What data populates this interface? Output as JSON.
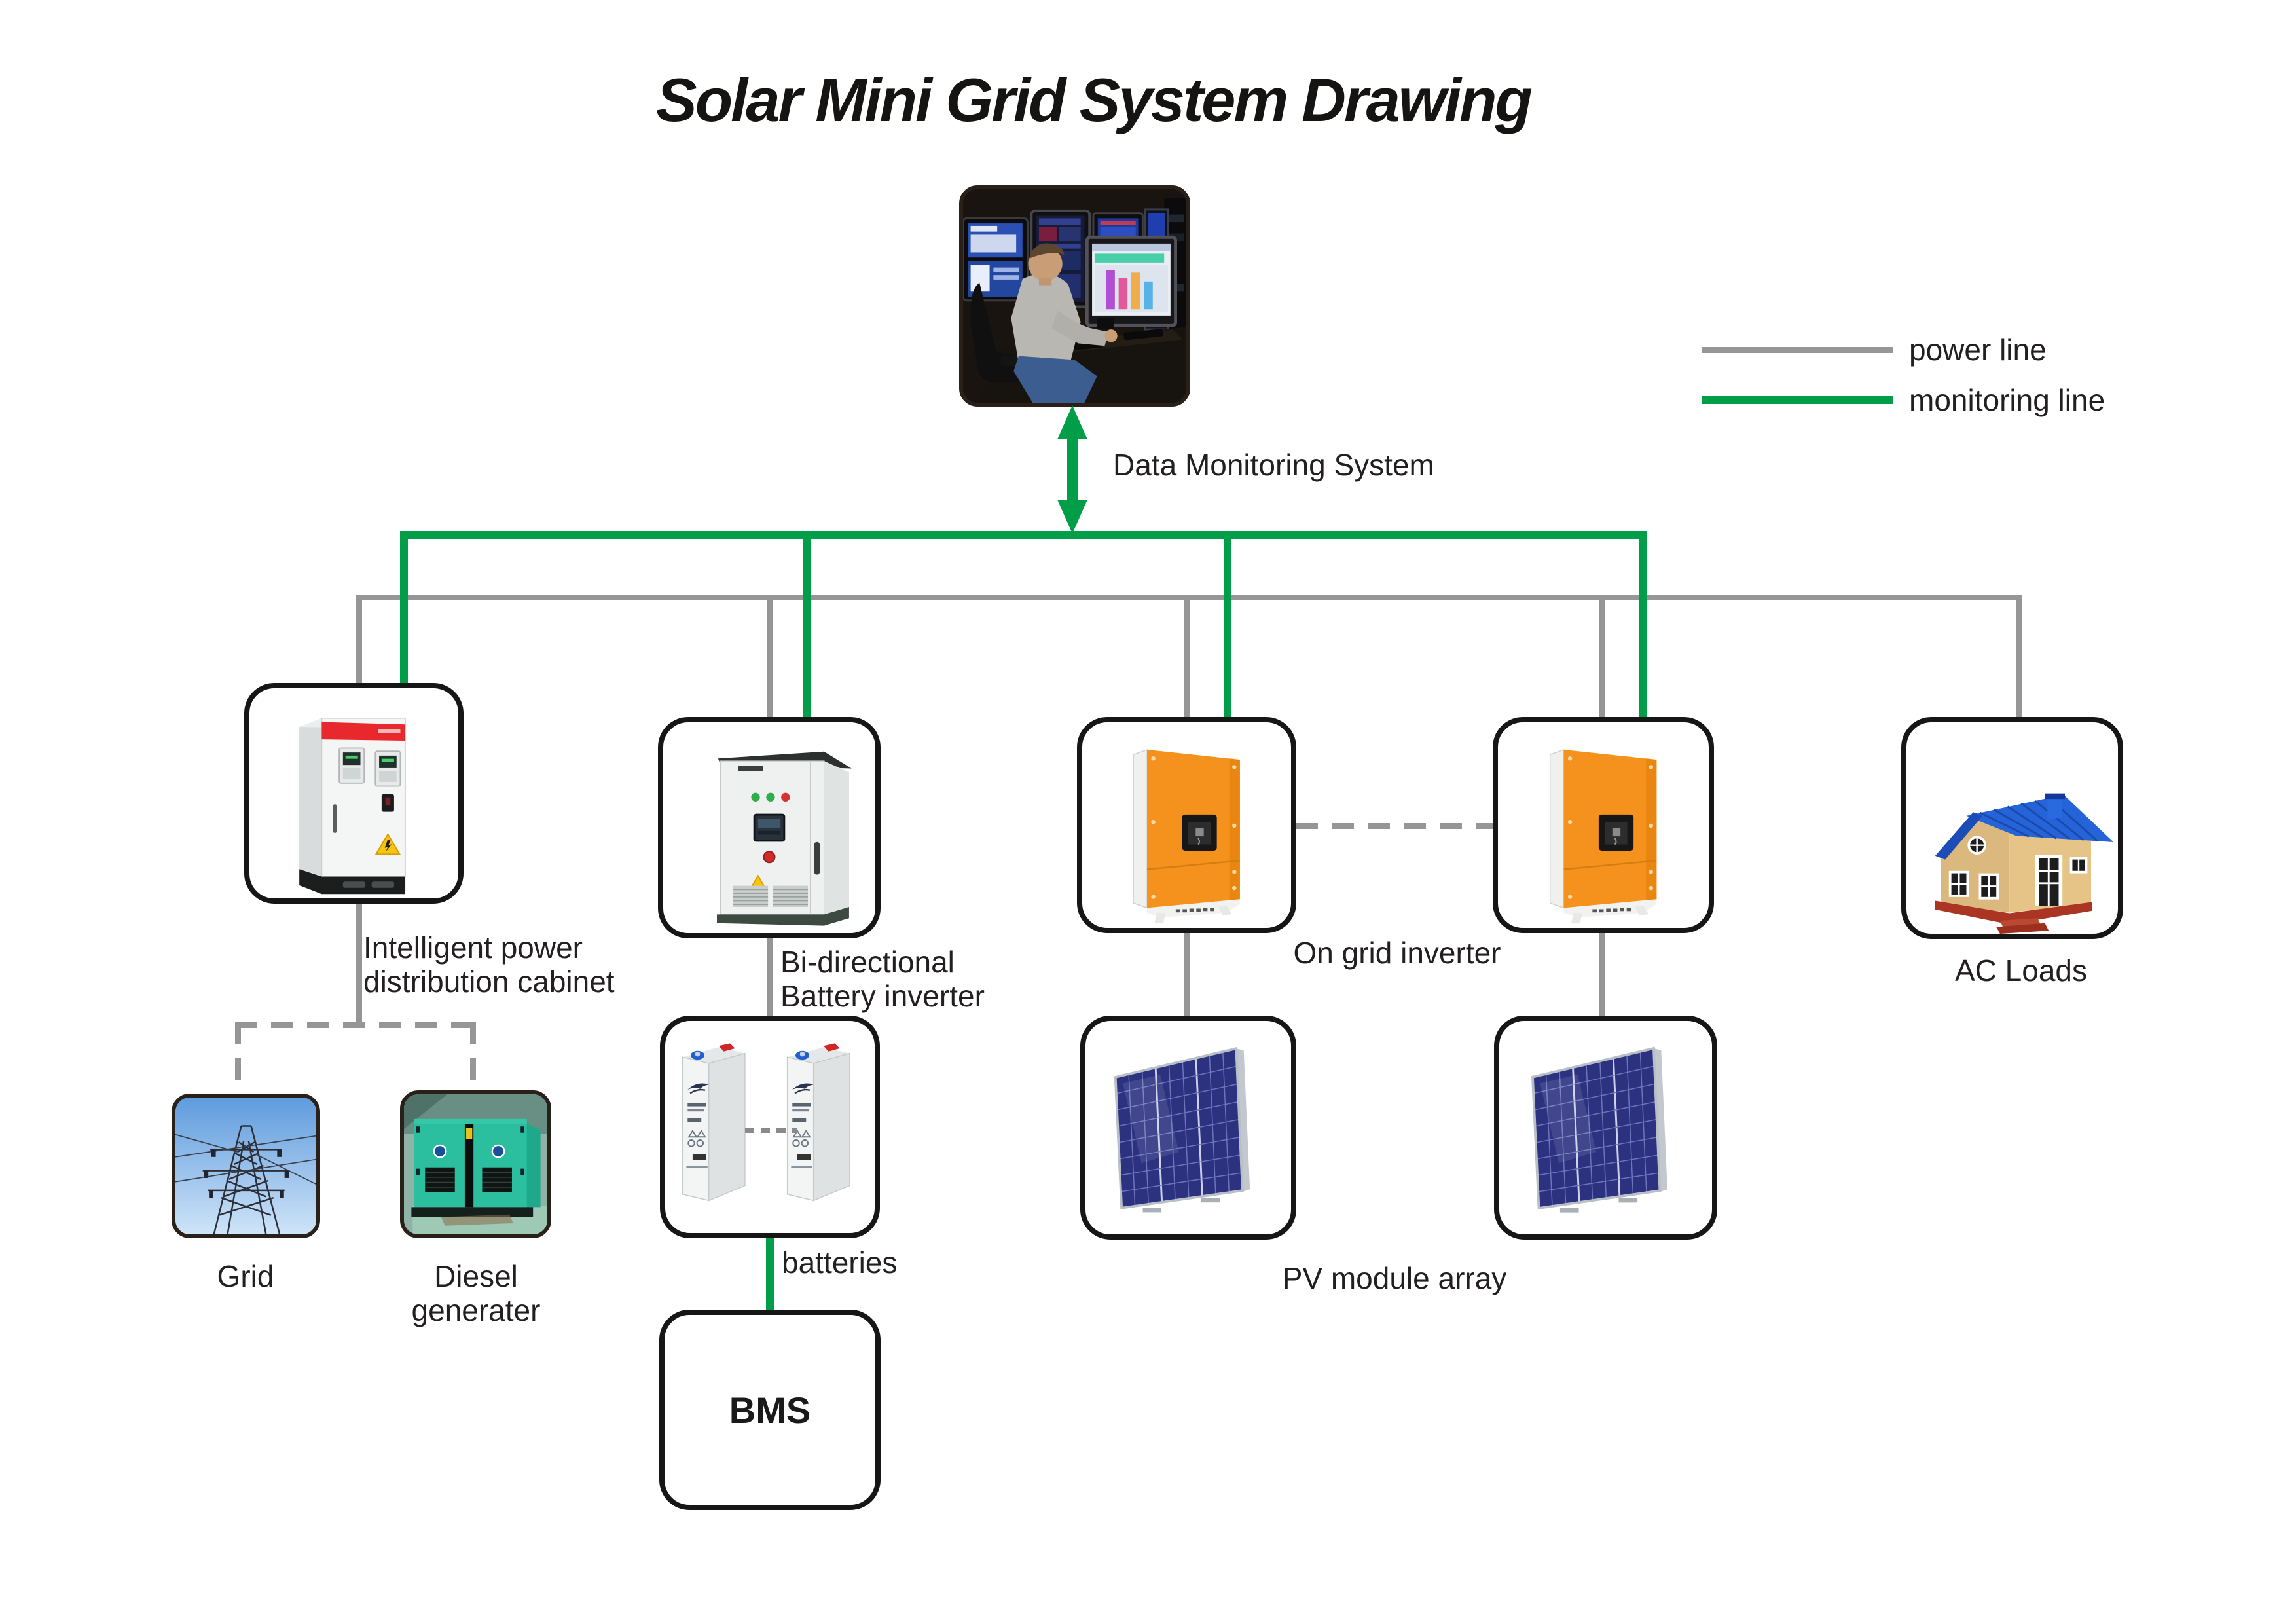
{
  "title": "Solar Mini Grid System Drawing",
  "legend": {
    "items": [
      {
        "label": "power line",
        "color": "#969696"
      },
      {
        "label": "monitoring line",
        "color": "#009E49"
      }
    ]
  },
  "monitoring": {
    "label": "Data Monitoring System"
  },
  "nodes": {
    "cabinet": {
      "line1": "Intelligent power",
      "line2": "distribution cabinet"
    },
    "battery_inverter": {
      "line1": "Bi-directional",
      "line2": "Battery inverter"
    },
    "on_grid_inverter": {
      "label": "On grid inverter"
    },
    "ac_loads": {
      "label": "AC Loads"
    },
    "grid": {
      "label": "Grid"
    },
    "diesel": {
      "line1": "Diesel",
      "line2": "generater"
    },
    "batteries": {
      "label": "batteries"
    },
    "pv": {
      "label": "PV module array"
    },
    "bms": {
      "label": "BMS"
    }
  },
  "colors": {
    "power_line": "#969696",
    "monitoring_line": "#009E49"
  }
}
